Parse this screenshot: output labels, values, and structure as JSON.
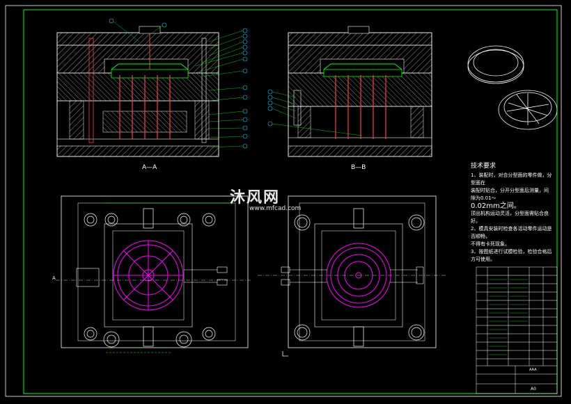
{
  "views": {
    "section_a": "A—A",
    "section_b": "B—B",
    "cut_mark_left": "A"
  },
  "watermark": {
    "logo_text": "沐风网",
    "url": "www.mfcad.com"
  },
  "technical_requirements": {
    "title": "技术要求",
    "line1": "1、装配时，对合分型面的零件做，分型面在",
    "line1b": "装配时贴合，分开分型面后测量，间隙为0.01～",
    "line1c": "0.02mm之间。",
    "line2": "顶出机构运动灵活，分型面需贴合良好。",
    "line3": "2、模具安装时检查各活动零件运动是否顺畅，",
    "line3b": "不得有卡死现象。",
    "line4": "3、按图纸进行试模检验，检验合格后方可使用。"
  },
  "title_block": {
    "label_a": "AAA",
    "label_b": "A0"
  },
  "colors": {
    "background": "#000000",
    "line": "#ffffff",
    "hatch": "#ffffff",
    "frame_green": "#00ff00",
    "magenta": "#ff00ff",
    "balloon_cyan": "#00c8ff",
    "rod_red": "#ff4040",
    "green_dim": "#00ff00"
  }
}
